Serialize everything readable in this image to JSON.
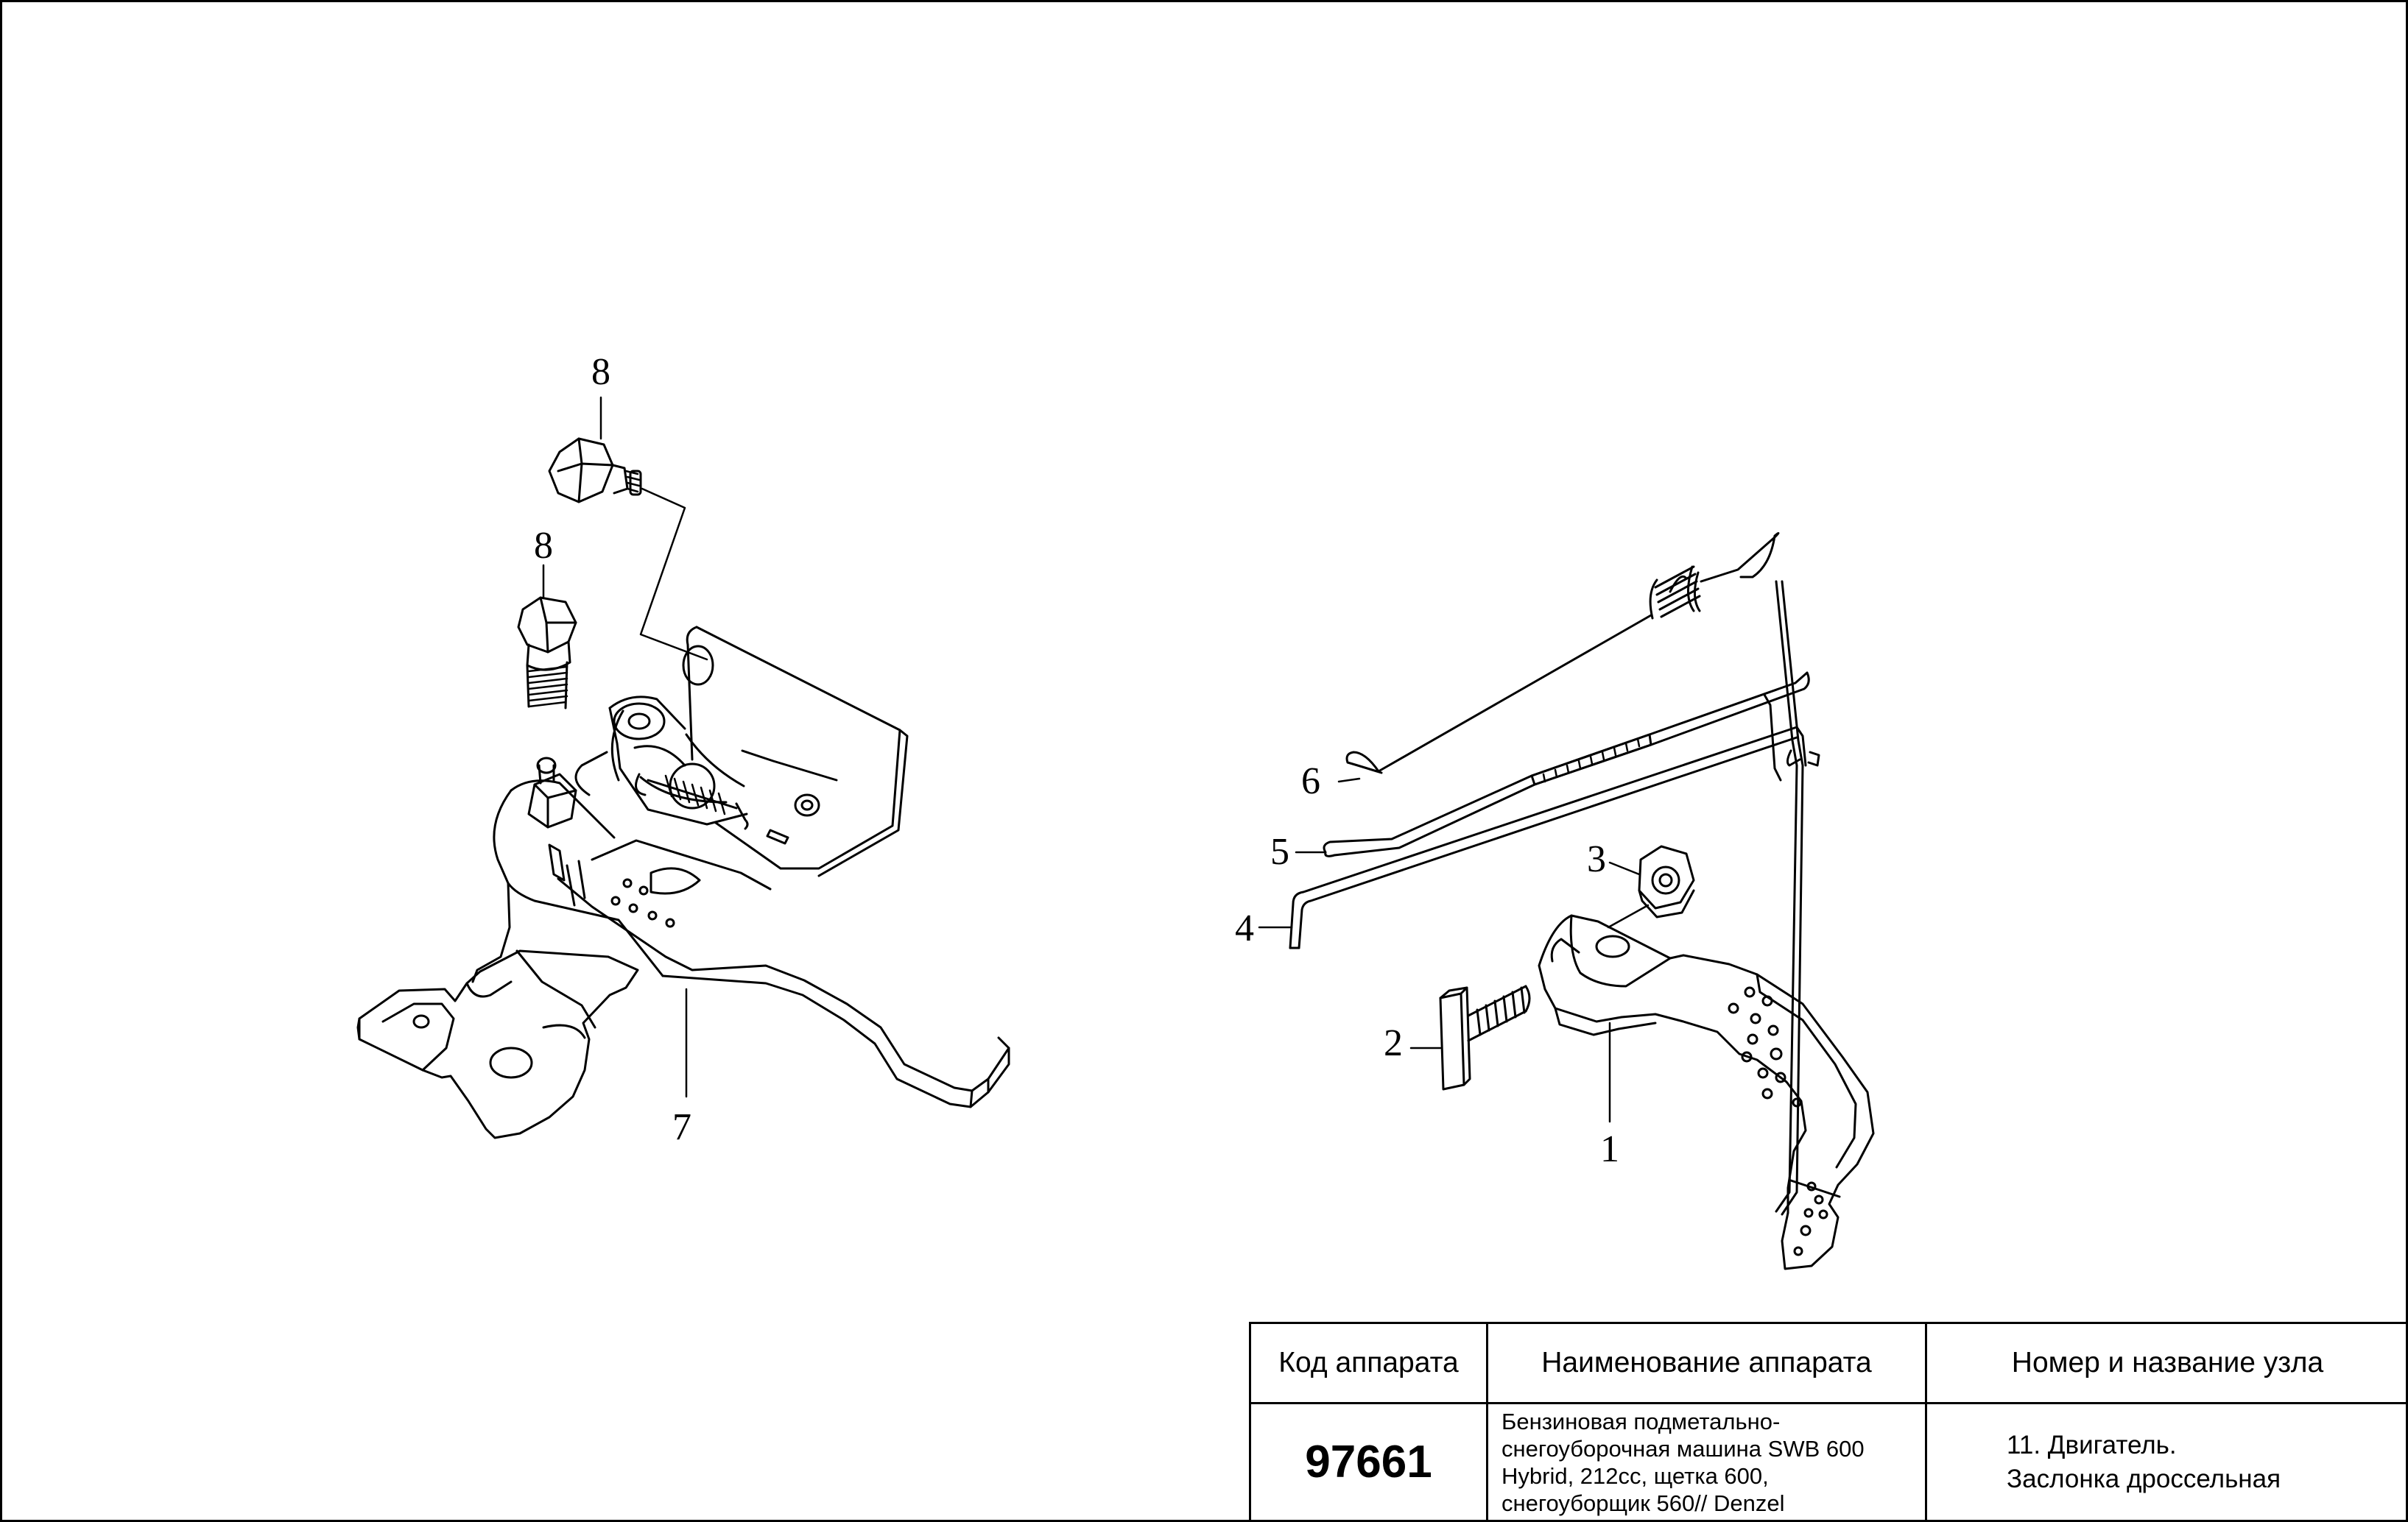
{
  "callouts": {
    "left_bolt_top": "8",
    "left_bolt_mid": "8",
    "throttle_bracket": "7",
    "right_throttle_arm": "1",
    "right_screw": "2",
    "right_nut": "3",
    "right_rod_long": "4",
    "right_rod_spring": "5",
    "right_spring_hook": "6"
  },
  "title_block": {
    "header_code": "Код аппарата",
    "header_name": "Наименование аппарата",
    "header_node": "Номер и название узла",
    "code": "97661",
    "name_lines": [
      "Бензиновая подметально-",
      "снегоуборочная машина SWB 600",
      "Hybrid, 212cc, щетка 600,",
      "снегоуборщик 560// Denzel"
    ],
    "node_lines": [
      "11. Двигатель.",
      "Заслонка дроссельная"
    ]
  }
}
